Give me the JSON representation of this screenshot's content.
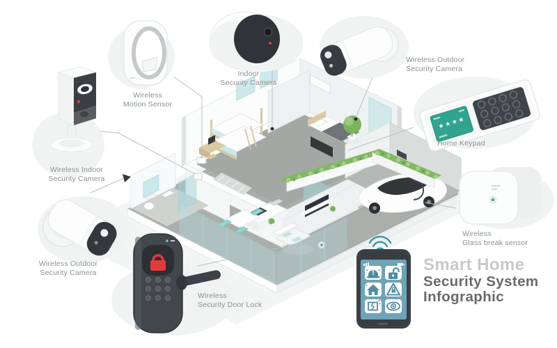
{
  "infographic": {
    "title": {
      "line1": "Smart Home",
      "line2": "Security System",
      "line3": "Infographic"
    }
  },
  "labels": {
    "motion_sensor": {
      "line1": "Wireless",
      "line2": "Motion Sensor"
    },
    "indoor_camera_top": {
      "line1": "Indoor",
      "line2": "Security Camera"
    },
    "outdoor_camera_right": {
      "line1": "Wireless Outdoor",
      "line2": "Security Camera"
    },
    "home_keypad": {
      "line1": "Home Keypad"
    },
    "glass_break_sensor": {
      "line1": "Wireless",
      "line2": "Glass break sensor"
    },
    "indoor_camera_left": {
      "line1": "Wireless Indoor",
      "line2": "Security Camera"
    },
    "outdoor_camera_left": {
      "line1": "Wireless Outdoor",
      "line2": "Security Camera"
    },
    "door_lock": {
      "line1": "Wireless",
      "line2": "Security Door Lock"
    }
  },
  "keypad_display": {
    "passcode_stars": "★★★★"
  },
  "phone_app_icons": [
    "siren-alarm",
    "unlocked-padlock",
    "smart-home",
    "warning-lock",
    "glass-break",
    "surveillance-eye"
  ],
  "colors": {
    "title_light_gray": "#c8c8c8",
    "title_dark_gray": "#6a6a6a",
    "label_gray": "#8a9090",
    "connector_line": "#b9bfbf",
    "phone_screen_teal": "#6fa3b8",
    "wifi_teal": "#3f96ad",
    "keypad_screen_green": "#31a38e",
    "alert_red": "#e23b3b",
    "led_green": "#4db583",
    "roof_garden_green": "#82b765",
    "glass_teal": "#c9e9ec"
  }
}
